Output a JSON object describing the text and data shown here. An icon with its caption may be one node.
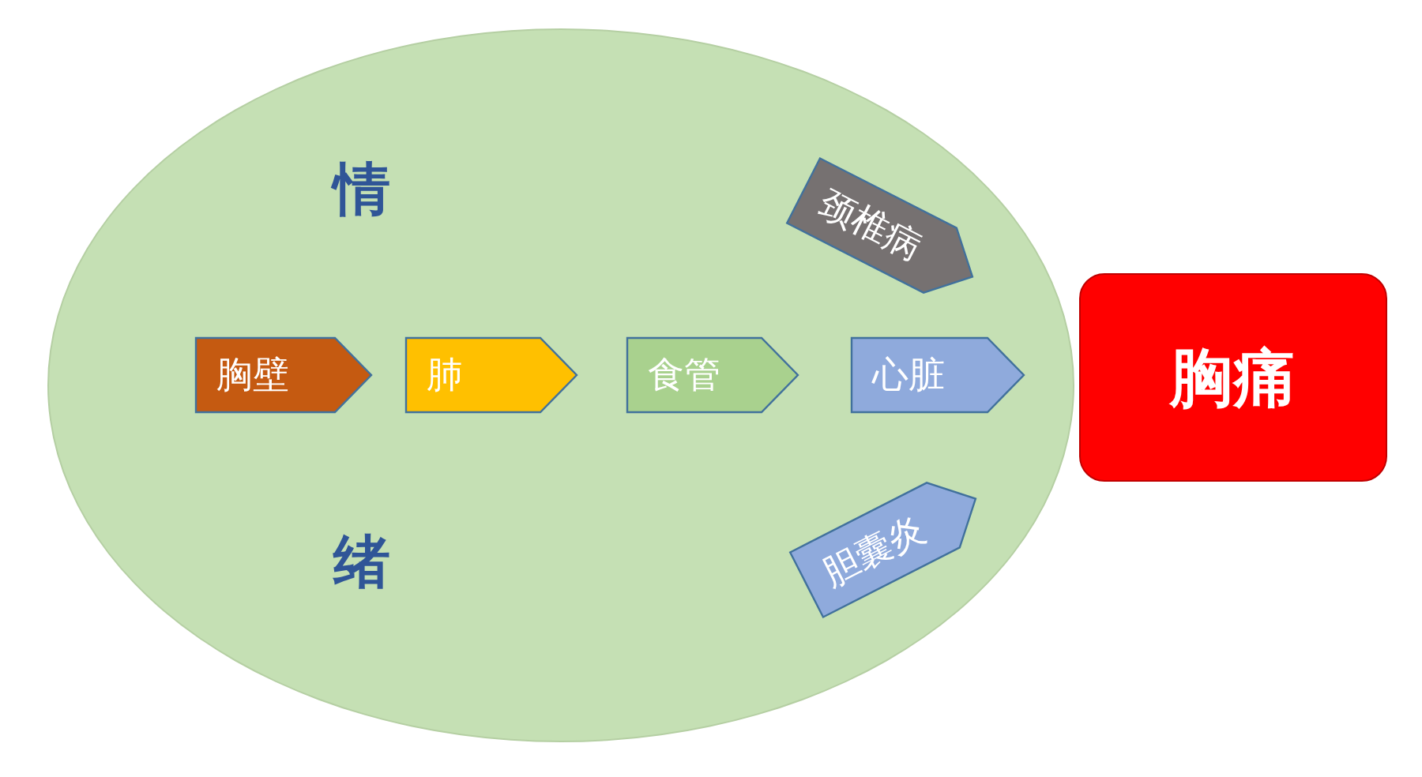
{
  "diagram": {
    "nodes": [
      {
        "text": [
          "情",
          "绪"
        ]
      },
      {
        "text": [
          "颈椎病"
        ],
        "in": 0
      },
      {
        "text": [
          "胸壁"
        ],
        "in": 0
      },
      {
        "text": [
          "肺"
        ],
        "in": 0
      },
      {
        "text": [
          "食管"
        ],
        "in": 0
      },
      {
        "text": [
          "心脏"
        ],
        "in": 0
      },
      {
        "text": [
          "胆囊炎"
        ],
        "in": 0
      },
      {
        "text": [
          "胸痛"
        ]
      }
    ]
  }
}
